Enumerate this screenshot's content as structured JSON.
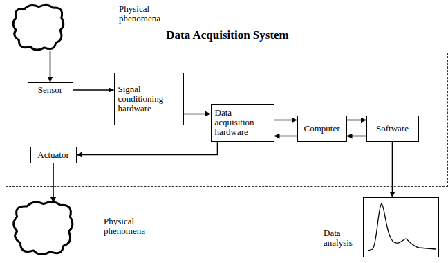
{
  "diagram": {
    "nodes": [
      {
        "text": [
          "Physical phenomena"
        ]
      },
      {
        "text": [
          "Data Acquisition System"
        ]
      },
      {
        "text": [
          "Sensor"
        ],
        "in": 1
      },
      {
        "text": [
          "Signal conditioning hardware"
        ],
        "in": 1
      },
      {
        "text": [
          "Data acquisition hardware"
        ],
        "in": 1
      },
      {
        "text": [
          "Computer"
        ],
        "in": 1
      },
      {
        "text": [
          "Software"
        ],
        "in": 1
      },
      {
        "text": [
          "Actuator"
        ],
        "in": 1
      },
      {
        "text": [
          "Physical phenomena"
        ]
      },
      {
        "text": [
          "Data analysis"
        ]
      }
    ],
    "edges": [
      {
        "from": 0,
        "to": 2,
        "arrow": "to"
      },
      {
        "from": 2,
        "to": 3,
        "arrow": "to"
      },
      {
        "from": 3,
        "to": 4,
        "arrow": "to"
      },
      {
        "from": 4,
        "to": 5,
        "arrow": "to"
      },
      {
        "from": 5,
        "to": 4,
        "arrow": "to"
      },
      {
        "from": 5,
        "to": 6,
        "arrow": "to"
      },
      {
        "from": 6,
        "to": 5,
        "arrow": "to"
      },
      {
        "from": 4,
        "to": 7,
        "arrow": "to"
      },
      {
        "from": 7,
        "to": 8,
        "arrow": "to"
      },
      {
        "from": 6,
        "to": 9,
        "arrow": "to"
      }
    ]
  }
}
